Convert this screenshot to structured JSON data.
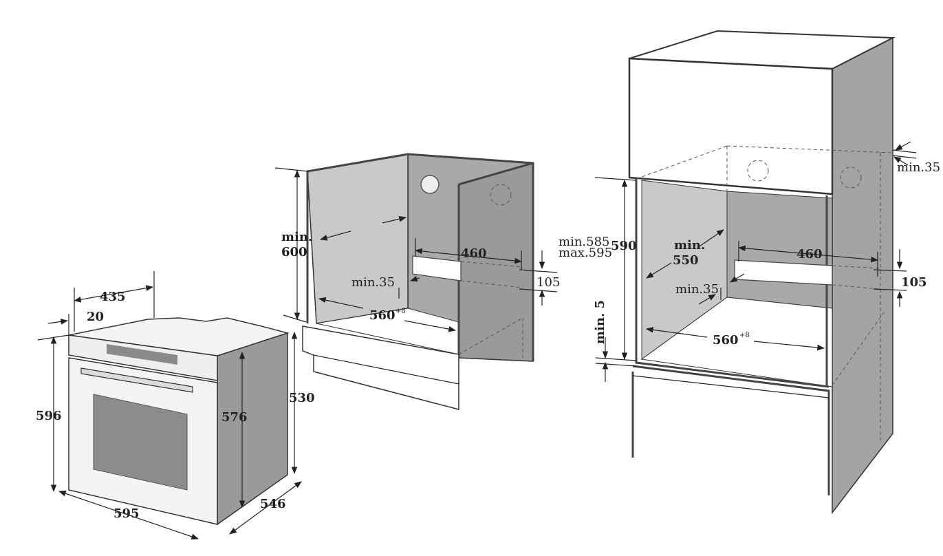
{
  "oven": {
    "width": "595",
    "height": "596",
    "depth": "546",
    "body_height": "576",
    "side_height": "530",
    "top_depth": "435",
    "panel_offset": "20"
  },
  "undercounter": {
    "height_min": "min.",
    "height_value": "600",
    "width_value": "560",
    "width_tolerance": "+8",
    "vent_width": "460",
    "vent_height": "105",
    "back_gap": "min.35"
  },
  "column": {
    "height_range_min": "min.585",
    "height_range_max": "max.595",
    "opening_height": "590",
    "depth_min": "min.",
    "depth_value": "550",
    "width_value": "560",
    "width_tolerance": "+8",
    "vent_width": "460",
    "vent_height": "105",
    "back_gap": "min.35",
    "top_gap": "min.35",
    "floor_gap": "min. 5"
  }
}
